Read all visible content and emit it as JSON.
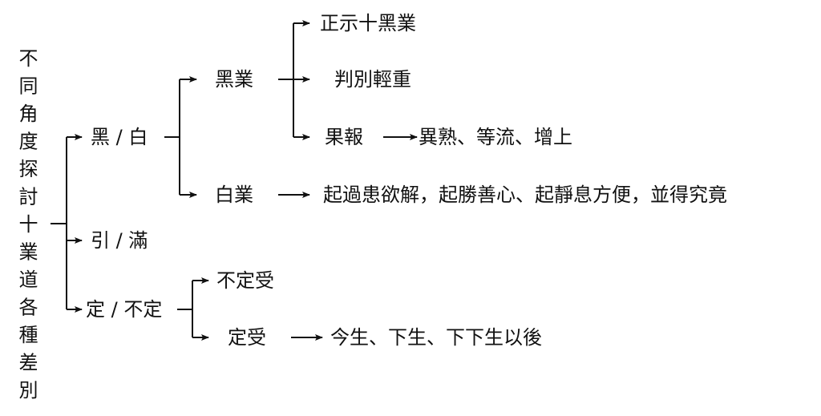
{
  "root": "不同角度探討十業道各種差別",
  "branches": {
    "black_white": {
      "label": "黑 / 白",
      "black": {
        "label": "黑業",
        "items": [
          "正示十黑業",
          "判別輕重",
          "果報"
        ],
        "result_label": "異熟、等流、增上"
      },
      "white": {
        "label": "白業",
        "result_label": "起過患欲解，起勝善心、起靜息方便，並得究竟"
      }
    },
    "projecting_completing": {
      "label": "引 / 滿"
    },
    "fixed_unfixed": {
      "label": "定 / 不定",
      "unfixed": {
        "label": "不定受"
      },
      "fixed": {
        "label": "定受",
        "result_label": "今生、下生、下下生以後"
      }
    }
  }
}
